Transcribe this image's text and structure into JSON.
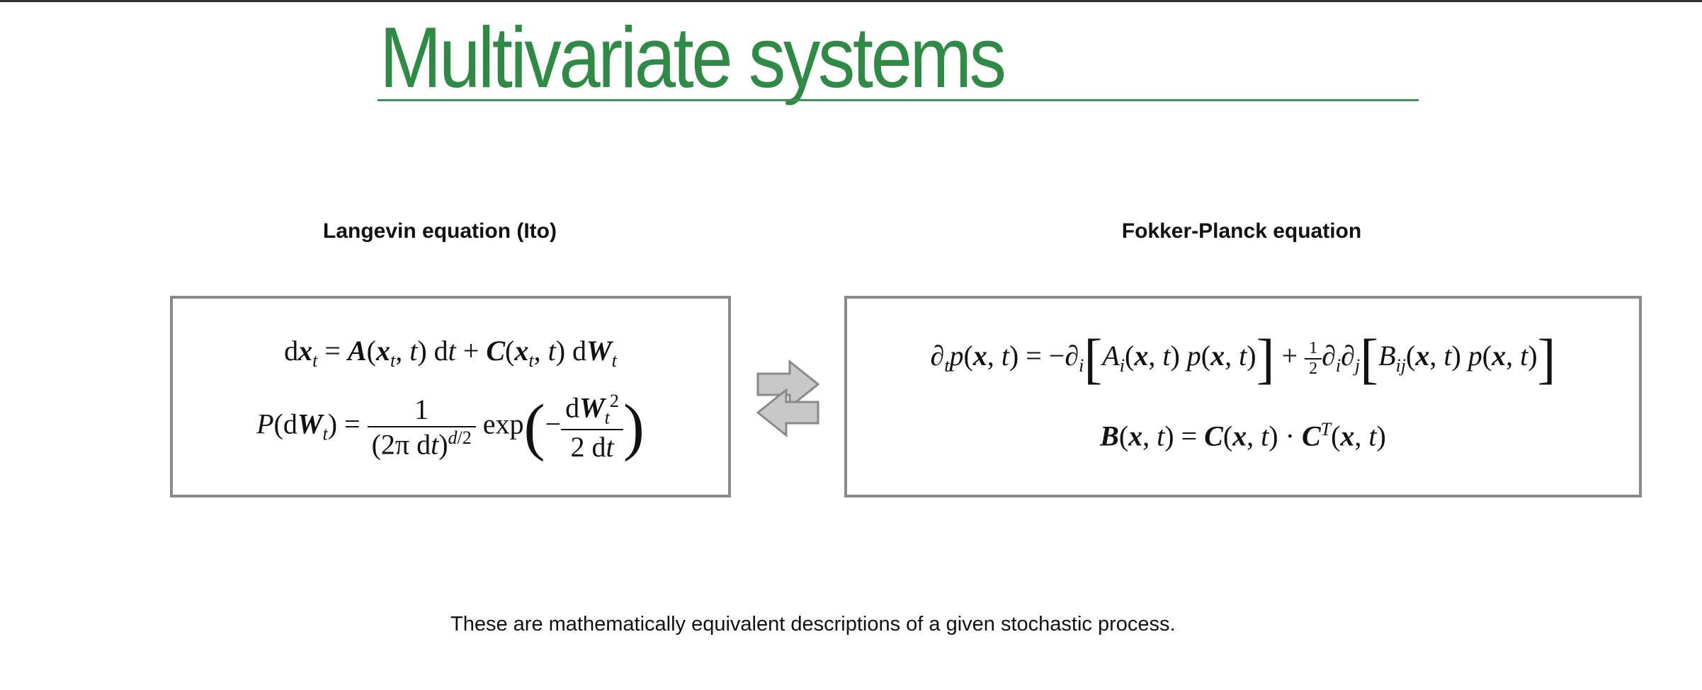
{
  "slide": {
    "title": "Multivariate systems",
    "accent_color": "#2f8a45",
    "left": {
      "heading": "Langevin equation (Ito)",
      "eq1": "dx_t = A(x_t, t) dt + C(x_t, t) dW_t",
      "eq2": "P(dW_t) = 1/(2π dt)^{d/2} exp(−dW_t^2 / 2 dt)"
    },
    "right": {
      "heading": "Fokker-Planck equation",
      "eq1": "∂_t p(x,t) = −∂_i [A_i(x,t) p(x,t)] + 1/2 ∂_i∂_j [B_ij(x,t) p(x,t)]",
      "eq2": "B(x,t) = C(x,t) · C^T(x,t)"
    },
    "arrows_icon": "bidirectional-arrows-icon",
    "footer": "These are mathematically equivalent descriptions of a given stochastic process."
  }
}
